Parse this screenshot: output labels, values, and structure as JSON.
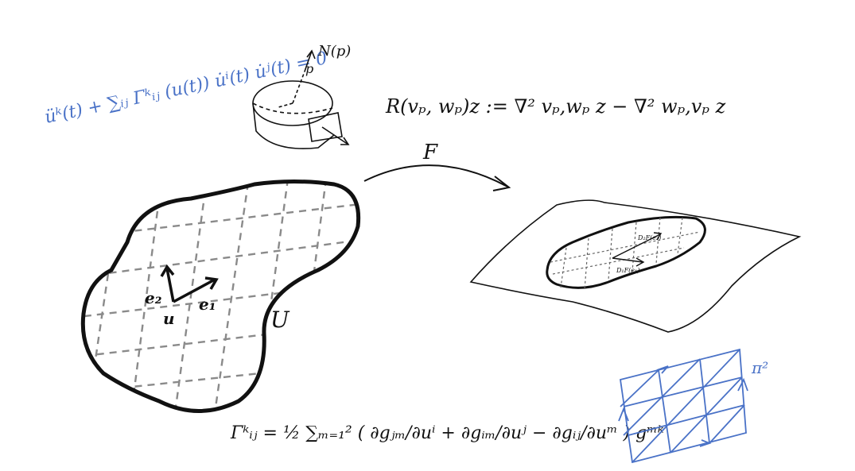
{
  "colors": {
    "ink": "#111111",
    "accent_blue": "#4a72c7",
    "grid_gray": "#8a8a8a"
  },
  "formulas": {
    "geodesic": "üᵏ(t) + ∑ᵢⱼ Γᵏᵢⱼ (u(t)) u̇ⁱ(t) u̇ʲ(t) = 0",
    "curvature": "R(vₚ, wₚ)z := ∇² vₚ,wₚ z − ∇² wₚ,vₚ z",
    "christoffel": "Γᵏᵢⱼ = ½ ∑ₘ₌₁² ( ∂gⱼₘ/∂uⁱ + ∂gᵢₘ/∂uʲ − ∂gᵢⱼ/∂uᵐ ) gᵐᵏ"
  },
  "labels": {
    "normal": "N(p)",
    "point_p": "p",
    "map": "F",
    "domain": "U",
    "origin": "u",
    "e1": "e₁",
    "e2": "e₂",
    "dF1": "D₂F(e₂)",
    "dF2": "D₁F(e₁)",
    "torus": "π²"
  }
}
